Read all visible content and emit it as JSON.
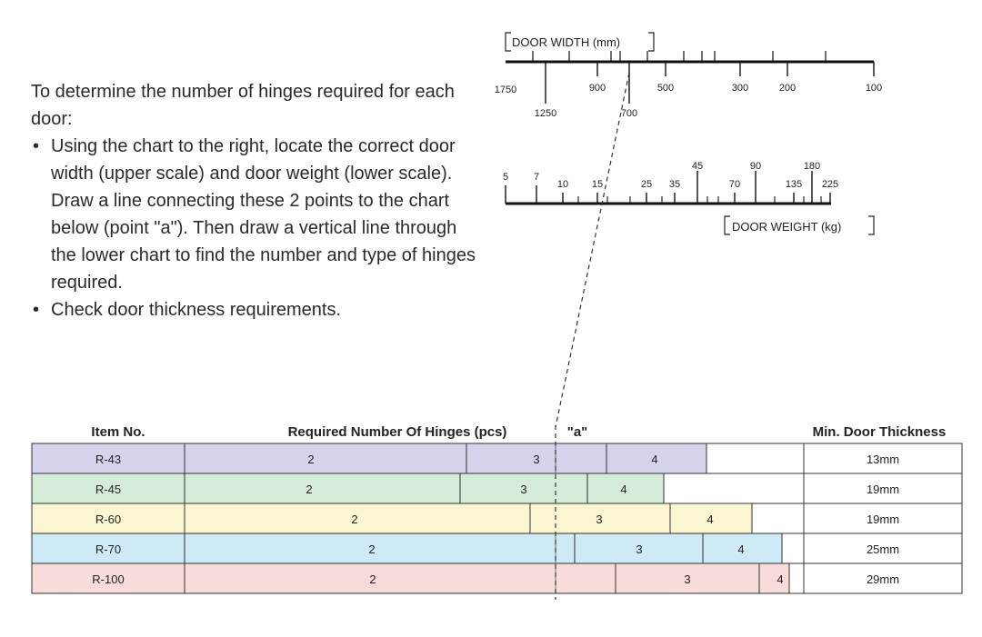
{
  "instructions": {
    "intro": "To determine the number of hinges required for each door:",
    "bullets": [
      "Using the chart to the right, locate the correct door width (upper scale) and door weight (lower scale). Draw a line connecting these 2 points to the chart below (point \"a\"). Then draw a vertical line through the lower chart to find the number and type of hinges required.",
      "Check door thickness requirements."
    ]
  },
  "width_scale": {
    "title": "DOOR WIDTH (mm)",
    "labels": [
      "1750",
      "1250",
      "900",
      "700",
      "500",
      "300",
      "200",
      "100"
    ]
  },
  "weight_scale": {
    "title": "DOOR WEIGHT (kg)",
    "labels": [
      "5",
      "7",
      "10",
      "15",
      "25",
      "35",
      "45",
      "70",
      "90",
      "135",
      "180",
      "225"
    ]
  },
  "table": {
    "headers": {
      "item": "Item No.",
      "hinges": "Required Number Of Hinges (pcs)",
      "point": "\"a\"",
      "thickness": "Min. Door Thickness"
    },
    "rows": [
      {
        "item": "R-43",
        "color": "#d6d3ed",
        "thickness": "13mm",
        "segments": [
          "2",
          "3",
          "4"
        ]
      },
      {
        "item": "R-45",
        "color": "#d6ecdb",
        "thickness": "19mm",
        "segments": [
          "2",
          "3",
          "4"
        ]
      },
      {
        "item": "R-60",
        "color": "#fbf6d2",
        "thickness": "19mm",
        "segments": [
          "2",
          "3",
          "4"
        ]
      },
      {
        "item": "R-70",
        "color": "#cdeaf6",
        "thickness": "25mm",
        "segments": [
          "2",
          "3",
          "4"
        ]
      },
      {
        "item": "R-100",
        "color": "#f8dcdc",
        "thickness": "29mm",
        "segments": [
          "2",
          "3",
          "4"
        ]
      }
    ]
  }
}
